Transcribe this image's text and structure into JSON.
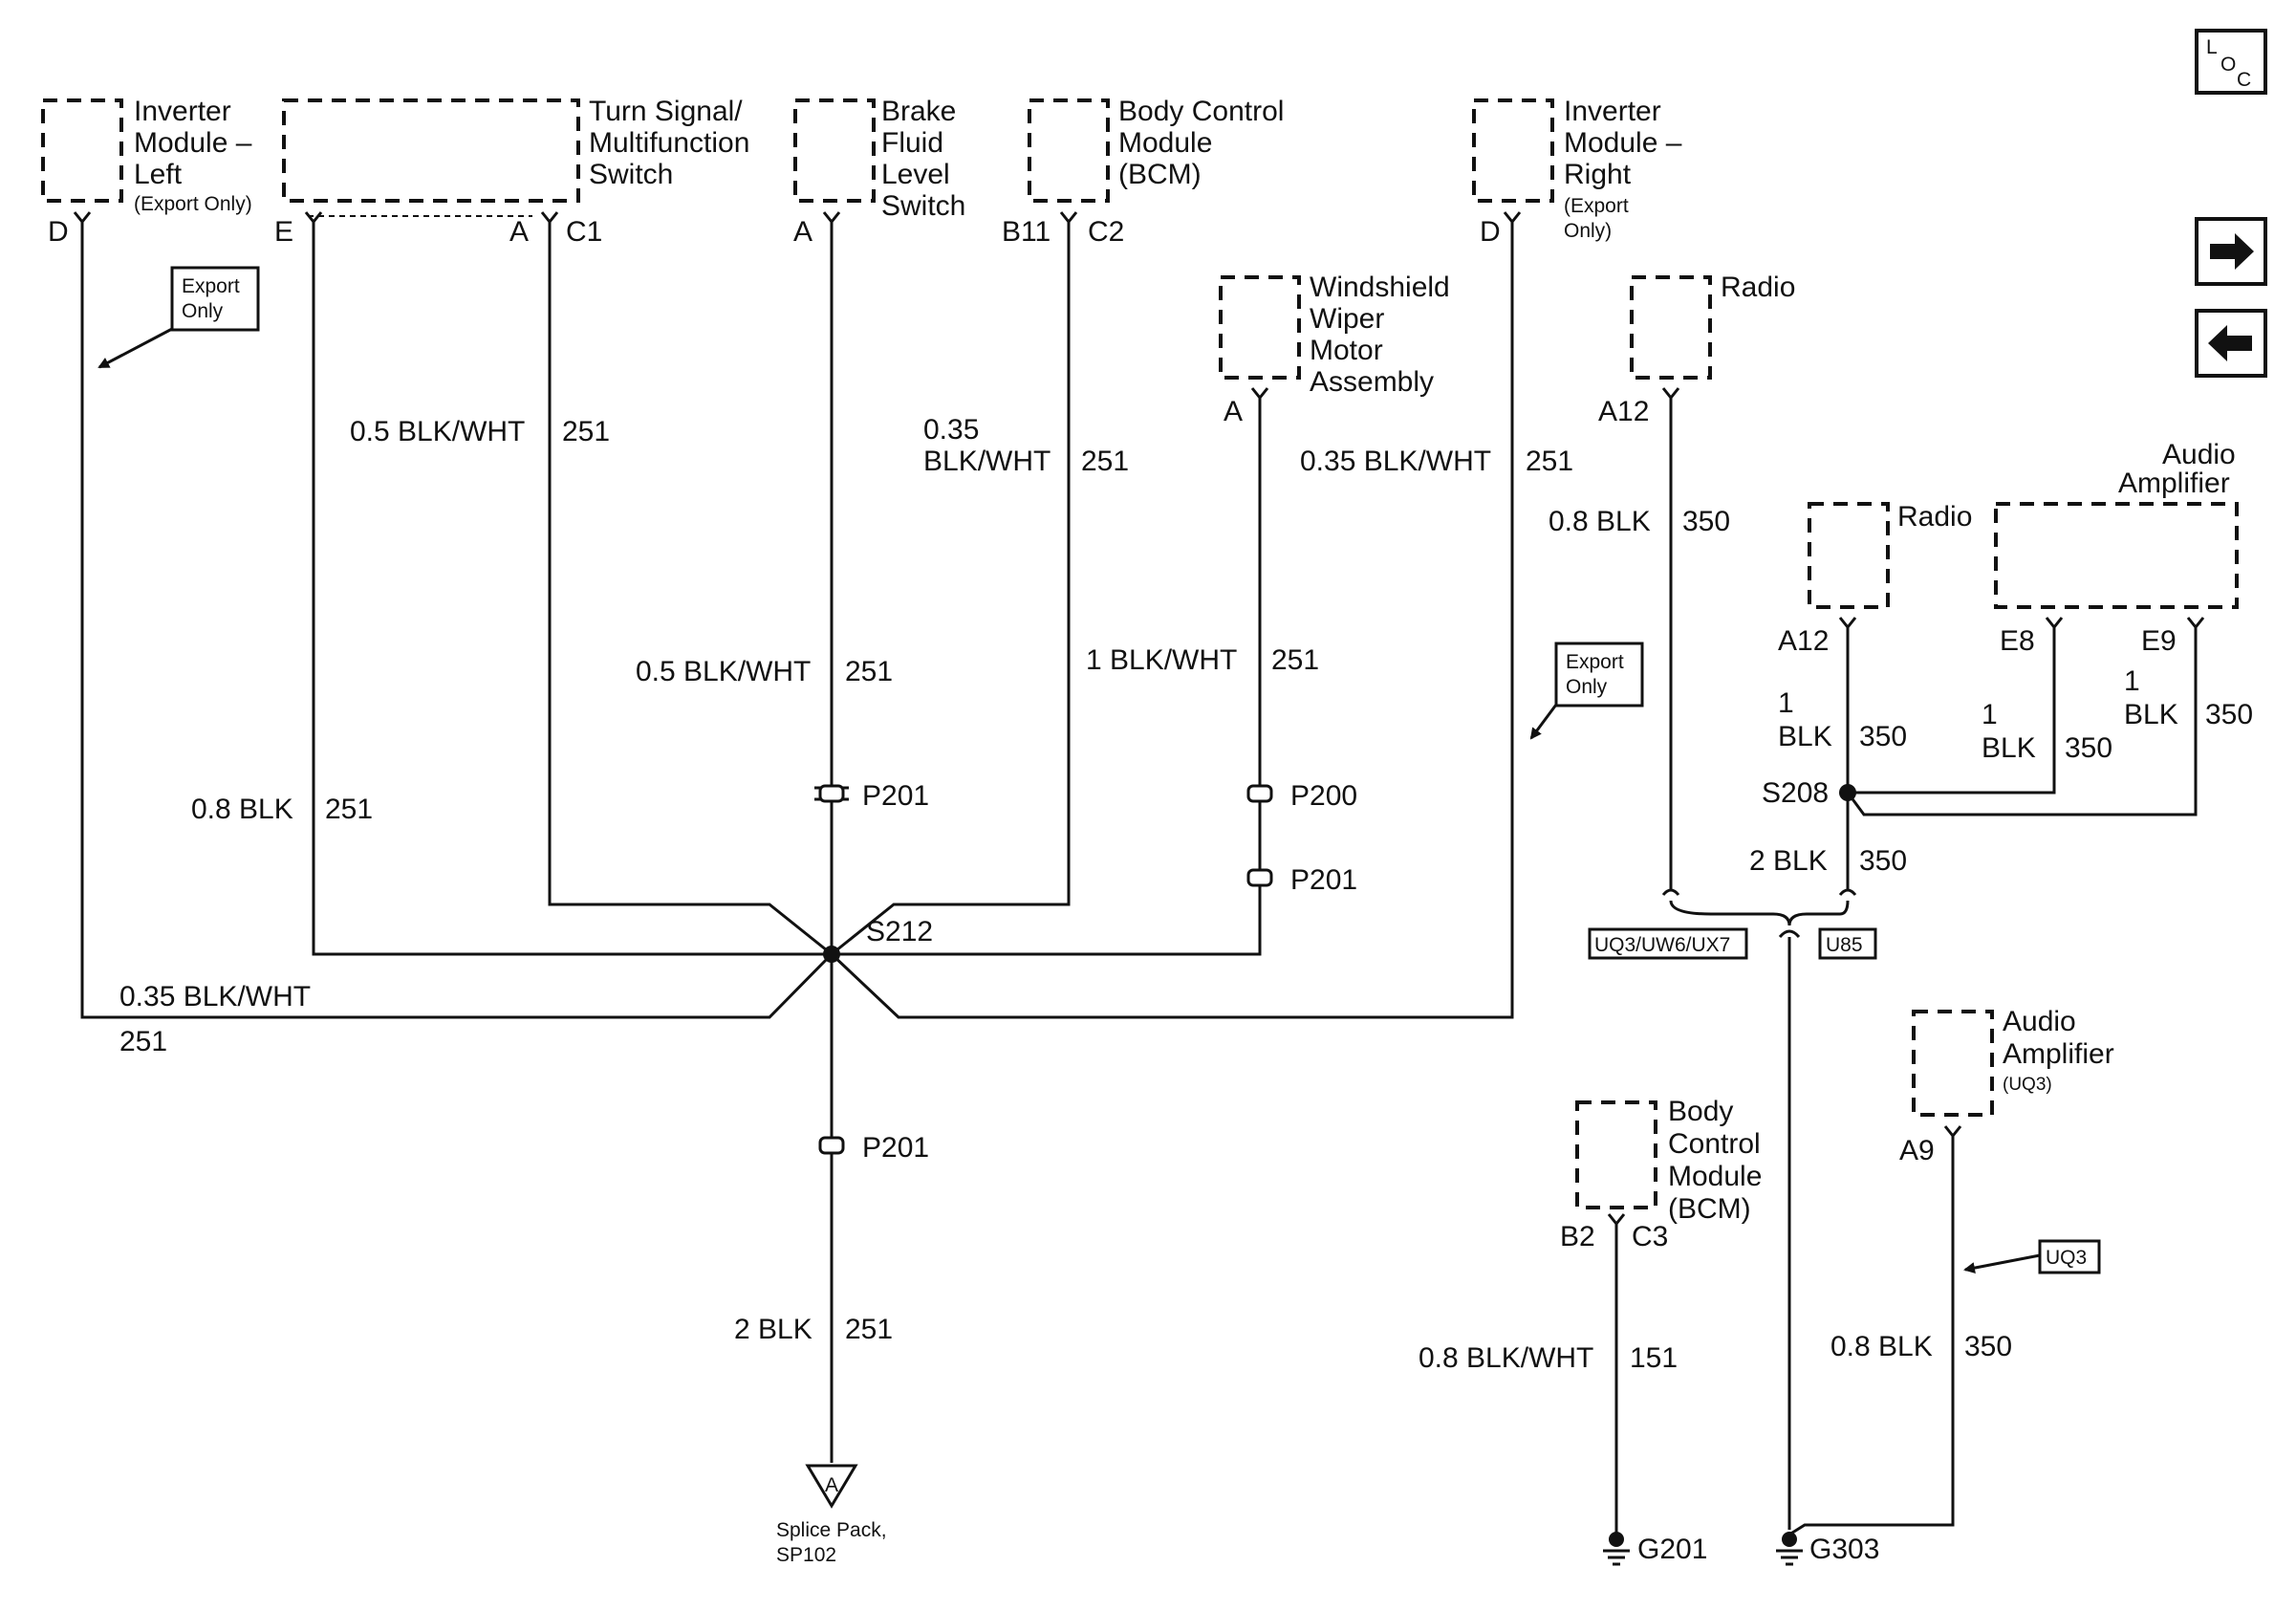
{
  "components": {
    "inv_left": {
      "l1": "Inverter",
      "l2": "Module –",
      "l3": "Left",
      "l4": "(Export Only)",
      "pin": "D"
    },
    "turn_signal": {
      "l1": "Turn Signal/",
      "l2": "Multifunction",
      "l3": "Switch",
      "pin_e": "E",
      "pin_a": "A",
      "pin_c1": "C1"
    },
    "brake_fluid": {
      "l1": "Brake",
      "l2": "Fluid",
      "l3": "Level",
      "l4": "Switch",
      "pin": "A"
    },
    "bcm_top": {
      "l1": "Body Control",
      "l2": "Module",
      "l3": "(BCM)",
      "pin_b11": "B11",
      "pin_c2": "C2"
    },
    "inv_right": {
      "l1": "Inverter",
      "l2": "Module –",
      "l3": "Right",
      "l4": "(Export",
      "l5": "Only)",
      "pin": "D"
    },
    "wiper": {
      "l1": "Windshield",
      "l2": "Wiper",
      "l3": "Motor",
      "l4": "Assembly",
      "pin": "A"
    },
    "radio_top": {
      "l1": "Radio",
      "pin": "A12"
    },
    "radio_mid": {
      "l1": "Radio",
      "pin": "A12"
    },
    "amp_top": {
      "l1": "Audio",
      "l2": "Amplifier",
      "pin_e8": "E8",
      "pin_e9": "E9"
    },
    "amp_bottom": {
      "l1": "Audio",
      "l2": "Amplifier",
      "l3": "(UQ3)",
      "pin": "A9"
    },
    "bcm_bottom": {
      "l1": "Body",
      "l2": "Control",
      "l3": "Module",
      "l4": "(BCM)",
      "pin_b2": "B2",
      "pin_c3": "C3"
    }
  },
  "wires": {
    "w1": {
      "size": "0.5 BLK/WHT",
      "circuit": "251"
    },
    "w2": {
      "size_l1": "0.35",
      "size_l2": "BLK/WHT",
      "circuit": "251"
    },
    "w3": {
      "size": "0.35 BLK/WHT",
      "circuit": "251"
    },
    "w4": {
      "size": "0.5 BLK/WHT",
      "circuit": "251"
    },
    "w5": {
      "size": "1 BLK/WHT",
      "circuit": "251"
    },
    "w6": {
      "size": "0.8 BLK",
      "circuit": "251"
    },
    "w7": {
      "size": "0.35 BLK/WHT",
      "circuit": "251"
    },
    "w8": {
      "size": "2 BLK",
      "circuit": "251"
    },
    "w9": {
      "size": "0.8 BLK",
      "circuit": "350"
    },
    "w10": {
      "size_l1": "1",
      "size_l2": "BLK",
      "circuit": "350"
    },
    "w11": {
      "size_l1": "1",
      "size_l2": "BLK",
      "circuit": "350"
    },
    "w12": {
      "size_l1": "1",
      "size_l2": "BLK",
      "circuit": "350"
    },
    "w13": {
      "size": "2 BLK",
      "circuit": "350"
    },
    "w14": {
      "size": "0.8 BLK/WHT",
      "circuit": "151"
    },
    "w15": {
      "size": "0.8 BLK",
      "circuit": "350"
    }
  },
  "connectors": {
    "p201a": "P201",
    "p200": "P200",
    "p201b": "P201",
    "p201c": "P201"
  },
  "splices": {
    "s212": "S212",
    "s208": "S208"
  },
  "grounds": {
    "g201": "G201",
    "g303": "G303"
  },
  "splice_pack": {
    "ref": "A",
    "l1": "Splice Pack,",
    "l2": "SP102"
  },
  "options": {
    "export1": {
      "l1": "Export",
      "l2": "Only"
    },
    "export2": {
      "l1": "Export",
      "l2": "Only"
    },
    "uq3uw6ux7": "UQ3/UW6/UX7",
    "u85": "U85",
    "uq3": "UQ3"
  },
  "nav": {
    "loc_l": "L",
    "loc_o": "O",
    "loc_c": "C",
    "next_arrow": "next-page",
    "prev_arrow": "previous-page"
  }
}
